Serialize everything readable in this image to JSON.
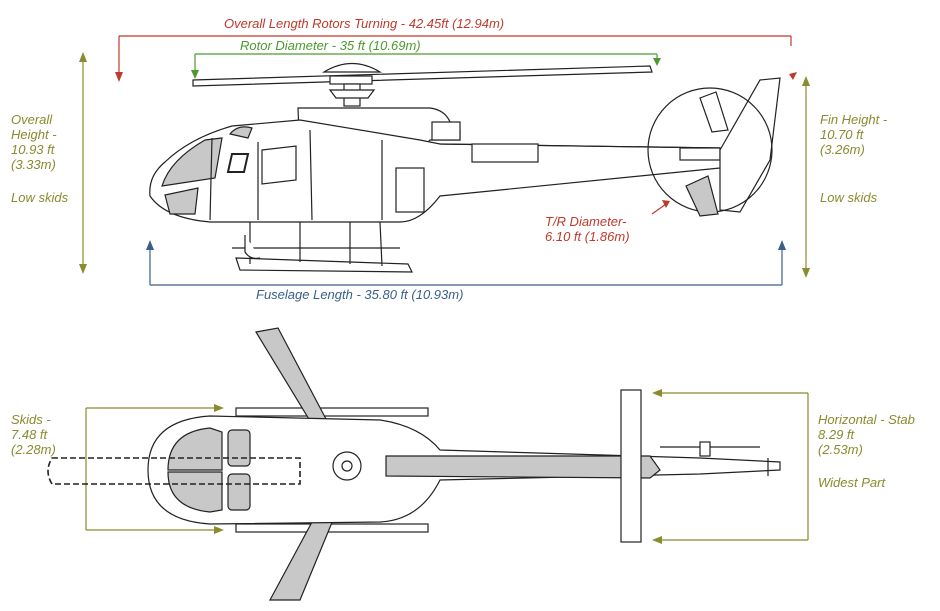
{
  "colors": {
    "dimension_olive": "#8a8a2e",
    "overall_length_red": "#c0392b",
    "rotor_green": "#4c9a2e",
    "fuselage_blue": "#3a5f8a",
    "line_black": "#222222",
    "fill_gray": "#c8c8c8"
  },
  "side_view": {
    "overall_length": "Overall Length Rotors Turning - 42.45ft (12.94m)",
    "rotor_diameter": "Rotor Diameter - 35 ft (10.69m)",
    "overall_height": "Overall\nHeight -\n10.93 ft\n(3.33m)",
    "left_low_skids": "Low skids",
    "fin_height": "Fin Height -\n10.70 ft\n(3.26m)",
    "right_low_skids": "Low skids",
    "tr_diameter": "T/R Diameter-\n6.10 ft (1.86m)",
    "fuselage_length": "Fuselage Length - 35.80 ft (10.93m)"
  },
  "top_view": {
    "skids": "Skids -\n7.48 ft\n(2.28m)",
    "horizontal_stab": "Horizontal - Stab\n8.29 ft\n(2.53m)",
    "widest_part": "Widest Part"
  }
}
